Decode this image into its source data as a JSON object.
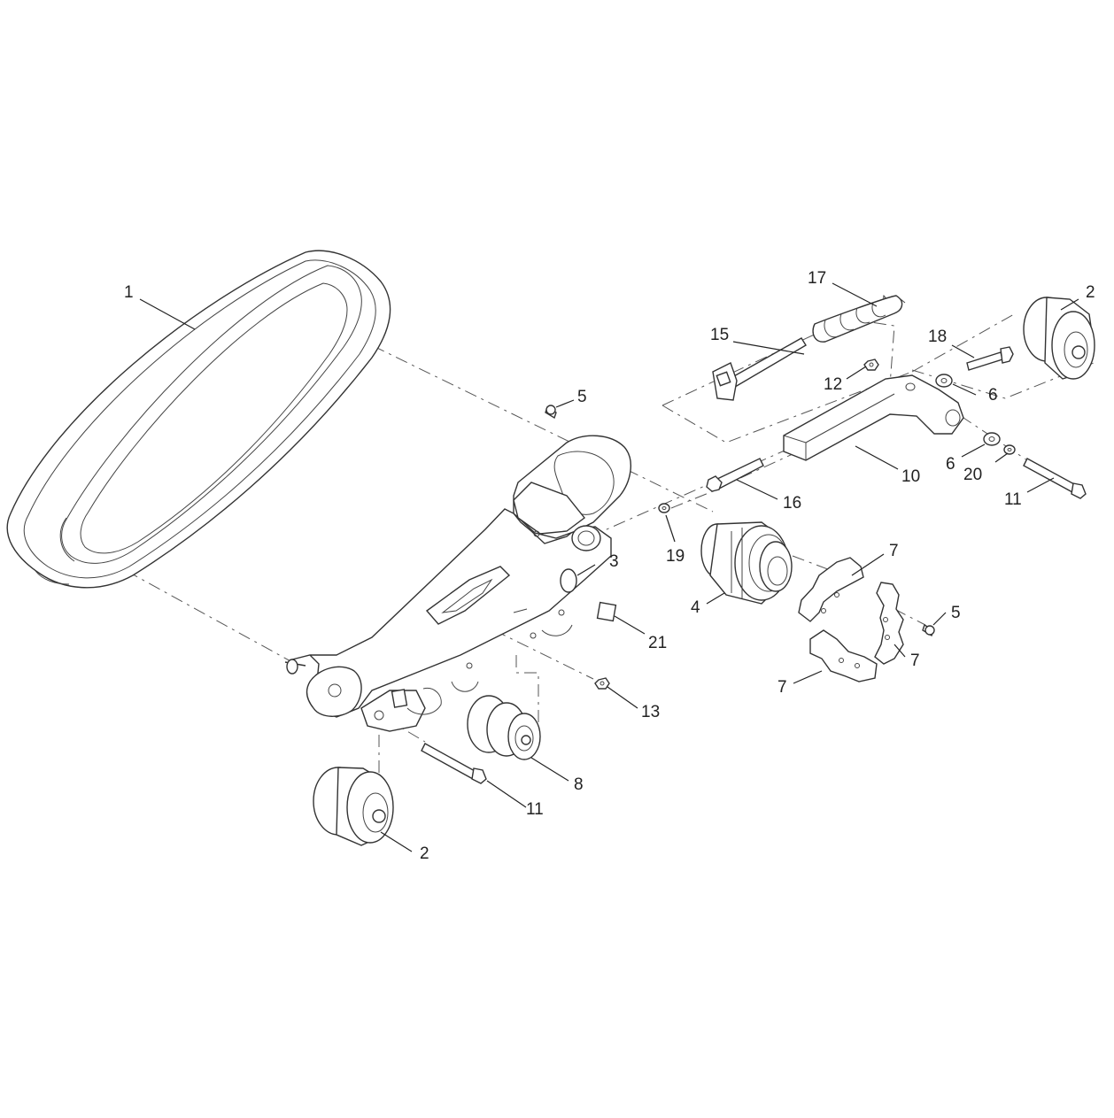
{
  "callouts": [
    {
      "id": "c1",
      "text": "1"
    },
    {
      "id": "c2a",
      "text": "2"
    },
    {
      "id": "c2b",
      "text": "2"
    },
    {
      "id": "c3",
      "text": "3"
    },
    {
      "id": "c4",
      "text": "4"
    },
    {
      "id": "c5a",
      "text": "5"
    },
    {
      "id": "c5b",
      "text": "5"
    },
    {
      "id": "c6a",
      "text": "6"
    },
    {
      "id": "c6b",
      "text": "6"
    },
    {
      "id": "c7a",
      "text": "7"
    },
    {
      "id": "c7b",
      "text": "7"
    },
    {
      "id": "c7c",
      "text": "7"
    },
    {
      "id": "c8",
      "text": "8"
    },
    {
      "id": "c10",
      "text": "10"
    },
    {
      "id": "c11a",
      "text": "11"
    },
    {
      "id": "c11b",
      "text": "11"
    },
    {
      "id": "c12",
      "text": "12"
    },
    {
      "id": "c13",
      "text": "13"
    },
    {
      "id": "c15",
      "text": "15"
    },
    {
      "id": "c16",
      "text": "16"
    },
    {
      "id": "c17",
      "text": "17"
    },
    {
      "id": "c18",
      "text": "18"
    },
    {
      "id": "c19",
      "text": "19"
    },
    {
      "id": "c20",
      "text": "20"
    },
    {
      "id": "c21",
      "text": "21"
    }
  ]
}
